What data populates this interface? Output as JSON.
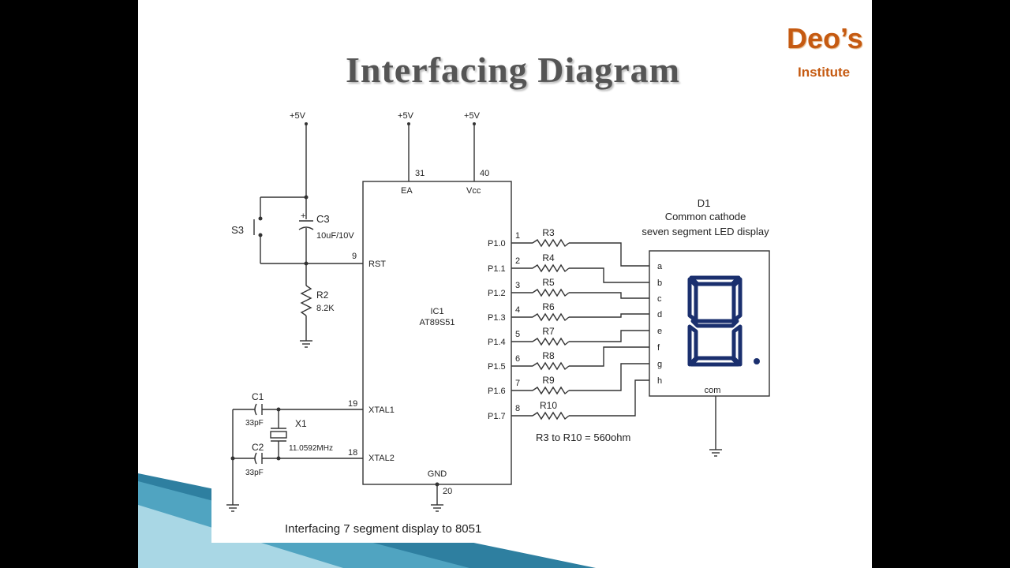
{
  "slide": {
    "title": "Interfacing Diagram",
    "logo": {
      "name": "Deo’s",
      "subtitle": "Institute"
    },
    "caption": "Interfacing 7 segment display to 8051",
    "colors": {
      "logo": "#c55a11",
      "title": "#555555",
      "band": "#2e7fa0",
      "wires": "#333333",
      "segments": "#1a2f6e"
    }
  },
  "circuit": {
    "power": {
      "reset": "+5V",
      "ea": "+5V",
      "vcc": "+5V"
    },
    "switch": {
      "ref": "S3"
    },
    "c3": {
      "ref": "C3",
      "value": "10uF/10V",
      "polarity": "+"
    },
    "r2": {
      "ref": "R2",
      "value": "8.2K"
    },
    "ic": {
      "ref": "IC1",
      "part": "AT89S51",
      "ea": "EA",
      "ea_pin": "31",
      "vcc": "Vcc",
      "vcc_pin": "40",
      "rst": "RST",
      "rst_pin": "9",
      "xtal1": "XTAL1",
      "xtal1_pin": "19",
      "xtal2": "XTAL2",
      "xtal2_pin": "18",
      "gnd": "GND",
      "gnd_pin": "20"
    },
    "ports": [
      {
        "label": "P1.0",
        "pin": "1",
        "res": "R3"
      },
      {
        "label": "P1.1",
        "pin": "2",
        "res": "R4"
      },
      {
        "label": "P1.2",
        "pin": "3",
        "res": "R5"
      },
      {
        "label": "P1.3",
        "pin": "4",
        "res": "R6"
      },
      {
        "label": "P1.4",
        "pin": "5",
        "res": "R7"
      },
      {
        "label": "P1.5",
        "pin": "6",
        "res": "R8"
      },
      {
        "label": "P1.6",
        "pin": "7",
        "res": "R9"
      },
      {
        "label": "P1.7",
        "pin": "8",
        "res": "R10"
      }
    ],
    "resistor_note": "R3 to R10 = 560ohm",
    "c1": {
      "ref": "C1",
      "value": "33pF"
    },
    "c2": {
      "ref": "C2",
      "value": "33pF"
    },
    "x1": {
      "ref": "X1",
      "value": "11.0592MHz"
    },
    "display": {
      "ref": "D1",
      "type_line1": "Common cathode",
      "type_line2": "seven segment LED display",
      "pins": [
        "a",
        "b",
        "c",
        "d",
        "e",
        "f",
        "g",
        "h"
      ],
      "common": "com"
    }
  }
}
